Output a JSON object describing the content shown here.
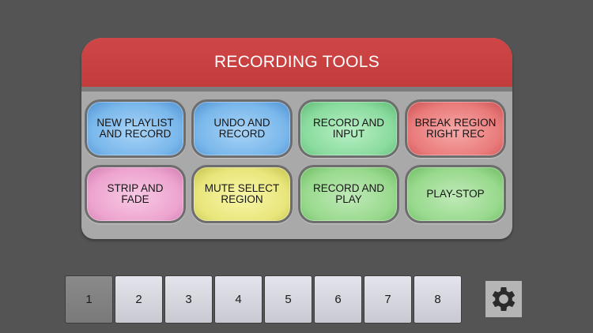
{
  "panel": {
    "title": "RECORDING TOOLS",
    "buttons": [
      {
        "label": "NEW PLAYLIST AND RECORD",
        "color": "blue"
      },
      {
        "label": "UNDO AND RECORD",
        "color": "blue"
      },
      {
        "label": "RECORD AND INPUT",
        "color": "green"
      },
      {
        "label": "BREAK REGION RIGHT REC",
        "color": "red"
      },
      {
        "label": "STRIP AND FADE",
        "color": "pink"
      },
      {
        "label": "MUTE SELECT REGION",
        "color": "yellow"
      },
      {
        "label": "RECORD AND PLAY",
        "color": "lgreen"
      },
      {
        "label": "PLAY-STOP",
        "color": "lgreen"
      }
    ]
  },
  "pages": {
    "active": "1",
    "items": [
      "1",
      "2",
      "3",
      "4",
      "5",
      "6",
      "7",
      "8"
    ]
  },
  "settings": {
    "icon": "gear-icon"
  },
  "colors": {
    "background": "#545454",
    "header": "#c84141",
    "panel": "#a9a9a9"
  }
}
